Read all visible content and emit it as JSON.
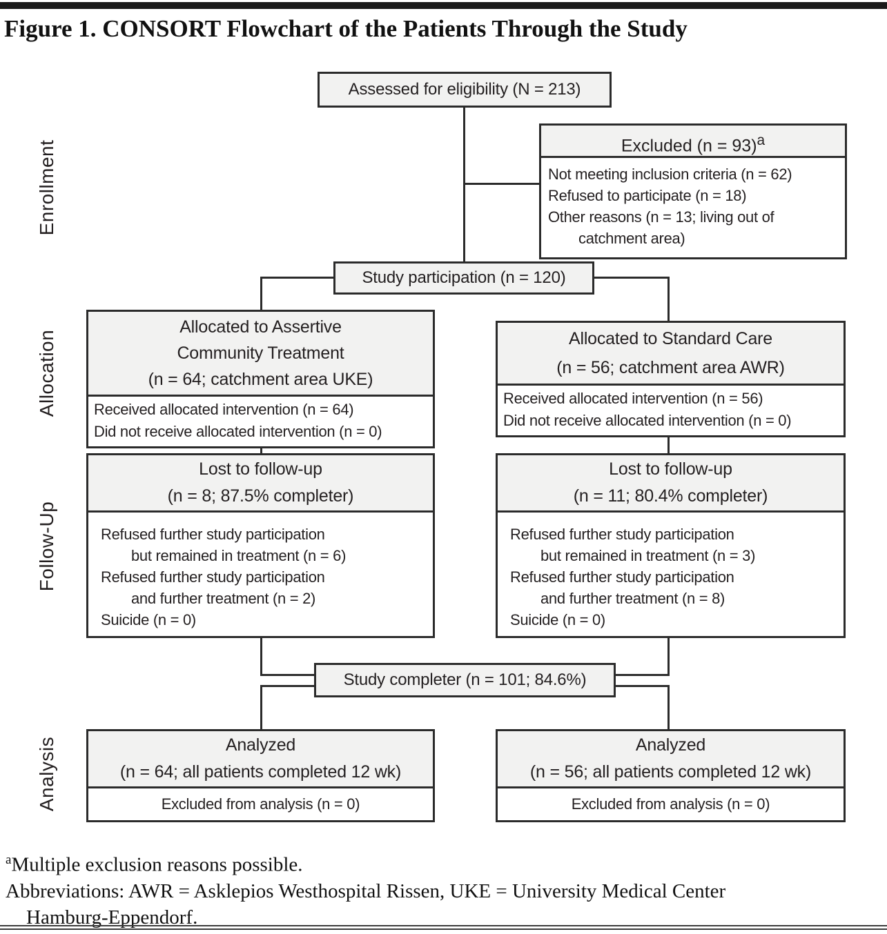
{
  "title": "Figure 1. CONSORT Flowchart of the Patients Through the Study",
  "colors": {
    "border": "#2b2b2b",
    "header_fill": "#f2f2f1",
    "body_fill": "#ffffff",
    "top_bar": "#1a1a1a"
  },
  "stages": [
    {
      "label": "Enrollment"
    },
    {
      "label": "Allocation"
    },
    {
      "label": "Follow-Up"
    },
    {
      "label": "Analysis"
    }
  ],
  "boxes": {
    "assessed": {
      "label": "Assessed for eligibility (N = 213)"
    },
    "excluded": {
      "header": "Excluded (n = 93)",
      "header_sup": "a",
      "lines": [
        "Not meeting inclusion criteria (n = 62)",
        "Refused to participate (n = 18)",
        "Other reasons (n = 13; living out of",
        "catchment area)"
      ]
    },
    "participation": {
      "label": "Study participation (n = 120)"
    },
    "alloc_left": {
      "header_lines": [
        "Allocated to Assertive",
        "Community Treatment",
        "(n = 64; catchment area UKE)"
      ],
      "body_lines": [
        "Received allocated intervention (n = 64)",
        "Did not receive allocated intervention (n = 0)"
      ]
    },
    "alloc_right": {
      "header_lines": [
        "Allocated to Standard Care",
        "(n = 56; catchment area AWR)"
      ],
      "body_lines": [
        "Received allocated intervention (n = 56)",
        "Did not receive allocated intervention (n = 0)"
      ]
    },
    "fu_left": {
      "header_lines": [
        "Lost to follow-up",
        "(n = 8; 87.5% completer)"
      ],
      "body_lines": [
        "Refused further study participation",
        "but remained in treatment (n = 6)",
        "Refused further study participation",
        "and further treatment (n = 2)",
        "Suicide (n = 0)"
      ]
    },
    "fu_right": {
      "header_lines": [
        "Lost to follow-up",
        "(n = 11; 80.4% completer)"
      ],
      "body_lines": [
        "Refused further study participation",
        "but remained in treatment (n = 3)",
        "Refused further study participation",
        "and further treatment (n = 8)",
        "Suicide (n = 0)"
      ]
    },
    "completer": {
      "label": "Study completer (n = 101; 84.6%)"
    },
    "analyzed_left": {
      "header_lines": [
        "Analyzed",
        "(n = 64; all patients completed 12 wk)"
      ],
      "body_lines": [
        "Excluded from analysis (n = 0)"
      ]
    },
    "analyzed_right": {
      "header_lines": [
        "Analyzed",
        "(n = 56; all patients completed 12 wk)"
      ],
      "body_lines": [
        "Excluded from analysis (n = 0)"
      ]
    }
  },
  "footnotes": {
    "note_sup": "a",
    "note": "Multiple exclusion reasons possible.",
    "abbrev_line1": "Abbreviations: AWR = Asklepios Westhospital Rissen, UKE = University Medical Center",
    "abbrev_line2": "Hamburg-Eppendorf."
  }
}
